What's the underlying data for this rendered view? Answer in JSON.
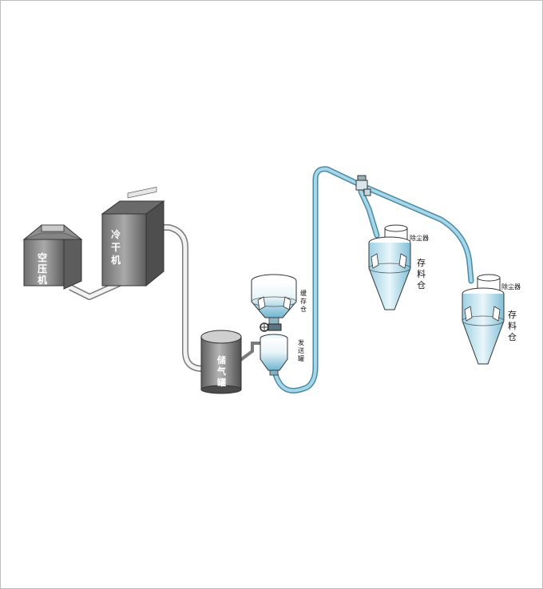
{
  "labels": {
    "compressor": [
      "空",
      "压",
      "机"
    ],
    "dryer": [
      "冷",
      "干",
      "机"
    ],
    "air_tank": [
      "储",
      "气",
      "罐"
    ],
    "buffer_bin": [
      "缓",
      "存",
      "仓"
    ],
    "sender": [
      "发",
      "送",
      "罐"
    ],
    "dust_collector_1": "除尘器",
    "dust_collector_2": "除尘器",
    "storage_bin_1": [
      "存",
      "料",
      "仓"
    ],
    "storage_bin_2": [
      "存",
      "料",
      "仓"
    ]
  },
  "colors": {
    "pipe_blue": "#9ecfe0",
    "pipe_edge": "#4b8aa4",
    "machine_gray": "#8a8a8a",
    "bin_fill": "#d9eef6"
  }
}
